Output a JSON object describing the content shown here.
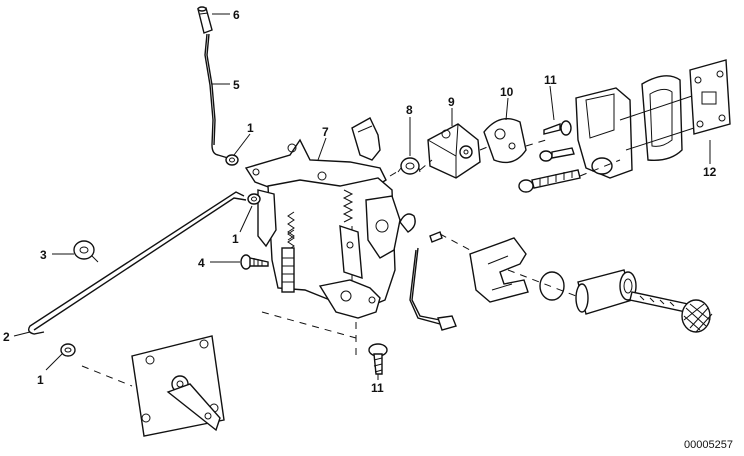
{
  "callouts": [
    {
      "id": "c6",
      "text": "6"
    },
    {
      "id": "c5",
      "text": "5"
    },
    {
      "id": "c1a",
      "text": "1"
    },
    {
      "id": "c7",
      "text": "7"
    },
    {
      "id": "c8",
      "text": "8"
    },
    {
      "id": "c9",
      "text": "9"
    },
    {
      "id": "c10",
      "text": "10"
    },
    {
      "id": "c11a",
      "text": "11"
    },
    {
      "id": "c12",
      "text": "12"
    },
    {
      "id": "c1b",
      "text": "1"
    },
    {
      "id": "c3",
      "text": "3"
    },
    {
      "id": "c4",
      "text": "4"
    },
    {
      "id": "c2",
      "text": "2"
    },
    {
      "id": "c1c",
      "text": "1"
    },
    {
      "id": "c11b",
      "text": "11"
    }
  ],
  "diagram_code": "00005257"
}
